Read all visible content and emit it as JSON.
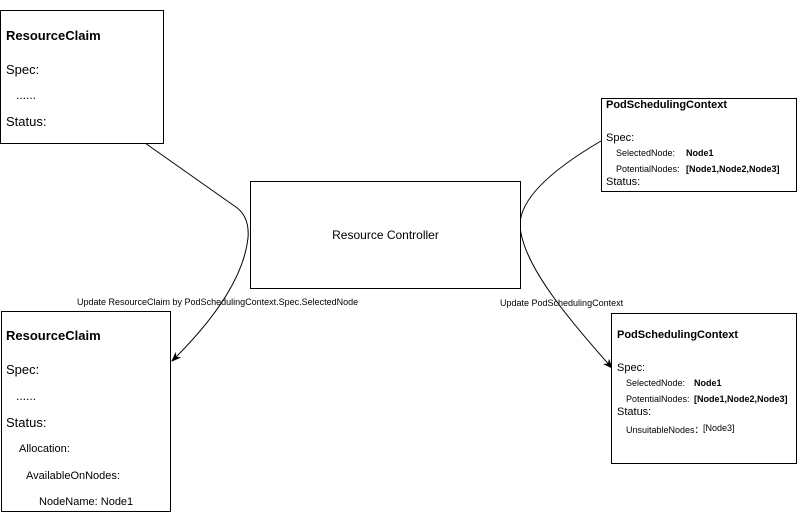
{
  "claim_before": {
    "title": "ResourceClaim",
    "spec_label": "Spec:",
    "spec_value": "......",
    "status_label": "Status:"
  },
  "controller": {
    "label": "Resource Controller"
  },
  "psc_before": {
    "title": "PodSchedulingContext",
    "spec_label": "Spec:",
    "selected_node_label": "SelectedNode:",
    "selected_node_value": "Node1",
    "potential_nodes_label": "PotentialNodes:",
    "potential_nodes_value": "[Node1,Node2,Node3]",
    "status_label": "Status:"
  },
  "claim_after": {
    "title": "ResourceClaim",
    "spec_label": "Spec:",
    "spec_value": "......",
    "status_label": "Status:",
    "allocation_label": "Allocation:",
    "available_on_nodes_label": "AvailableOnNodes:",
    "node_name": "NodeName: Node1"
  },
  "psc_after": {
    "title": "PodSchedulingContext",
    "spec_label": "Spec:",
    "selected_node_label": "SelectedNode:",
    "selected_node_value": "Node1",
    "potential_nodes_label": "PotentialNodes:",
    "potential_nodes_value": "[Node1,Node2,Node3]",
    "status_label": "Status:",
    "unsuitable_nodes_label": "UnsuitableNodes：",
    "unsuitable_nodes_value": "[Node3]"
  },
  "edges": {
    "left_label": "Update ResourceClaim by PodSchedulingContext.Spec.SelectedNode",
    "right_label": "Update PodSchedulingContext"
  }
}
